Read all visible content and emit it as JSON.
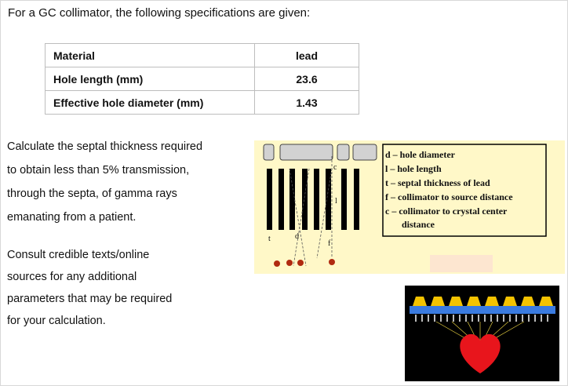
{
  "intro": "For a GC collimator, the following specifications are given:",
  "specs": [
    {
      "label": "Material",
      "value": "lead"
    },
    {
      "label": "Hole length (mm)",
      "value": "23.6"
    },
    {
      "label": "Effective hole diameter (mm)",
      "value": "1.43"
    }
  ],
  "question_lines": [
    "Calculate the septal thickness required",
    "to obtain less than 5% transmission,",
    "through the septa, of gamma rays",
    "emanating from a patient."
  ],
  "advice_lines": [
    "Consult credible texts/online",
    "sources for any additional",
    "parameters that may be required",
    "for your calculation."
  ],
  "diagram": {
    "labels": {
      "t": "t",
      "d": "d",
      "f": "f",
      "l": "l",
      "c": "c"
    },
    "legend_lines": [
      "d – hole diameter",
      "l – hole length",
      "t – septal thickness of lead",
      "f – collimator to source distance",
      "c – collimator to crystal center",
      "distance"
    ],
    "colors": {
      "background": "#fff8c8",
      "crystal": "#d2d2d2",
      "septa": "#000000",
      "source": "#b02a10"
    }
  },
  "heart_illustration": {
    "icon": "heart-icon",
    "colors": {
      "background": "#000000",
      "detector": "#f4c300",
      "collimator": "#3a7be0",
      "heart": "#e8151c"
    }
  }
}
